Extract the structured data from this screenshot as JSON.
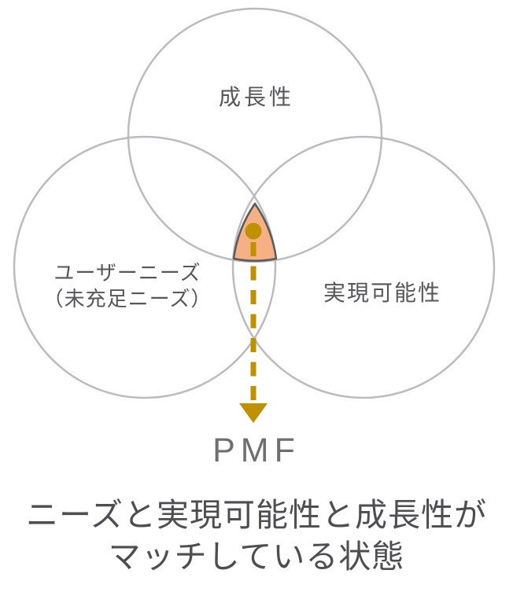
{
  "venn": {
    "top_circle_label": "成長性",
    "left_circle_label_line1": "ユーザーニーズ",
    "left_circle_label_line2": "（未充足ニーズ）",
    "right_circle_label": "実現可能性",
    "pmf_label": "PMF",
    "caption_line1": "ニーズと実現可能性と成長性が",
    "caption_line2": "マッチしている状態"
  },
  "colors": {
    "background": "#ffffff",
    "circle_stroke": "#bcbcbf",
    "intersection_fill": "#f5b183",
    "intersection_stroke": "#5a5a5e",
    "gold": "#bf9000",
    "label_text": "#56565b",
    "pmf_text": "#6f6f73",
    "caption_text": "#4d4d52"
  }
}
